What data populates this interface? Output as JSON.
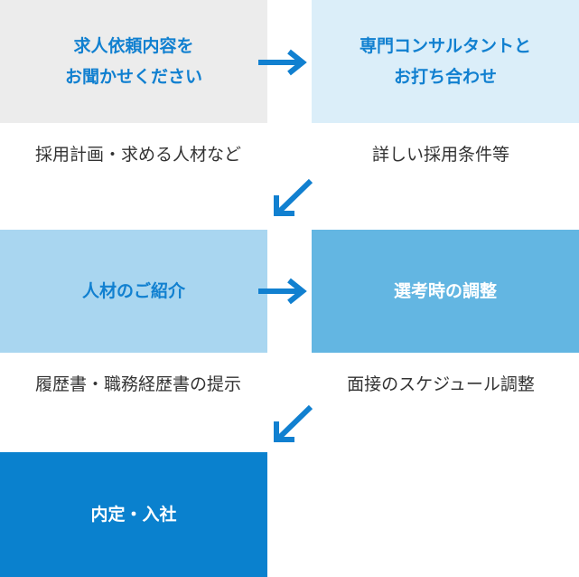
{
  "colors": {
    "accent": "#1180d0",
    "step1_bg": "#ececec",
    "step2_bg": "#dbeef9",
    "step3_bg": "#a9d6f0",
    "step4_bg": "#63b6e2",
    "step5_bg": "#0a81ce",
    "text_dark": "#333333",
    "text_on_dark": "#ffffff"
  },
  "steps": [
    {
      "line1": "求人依頼内容を",
      "line2": "お聞かせください",
      "caption": "採用計画・求める人材など"
    },
    {
      "line1": "専門コンサルタントと",
      "line2": "お打ち合わせ",
      "caption": "詳しい採用条件等"
    },
    {
      "line1": "人材のご紹介",
      "caption": "履歴書・職務経歴書の提示"
    },
    {
      "line1": "選考時の調整",
      "caption": "面接のスケジュール調整"
    },
    {
      "line1": "内定・入社"
    }
  ]
}
